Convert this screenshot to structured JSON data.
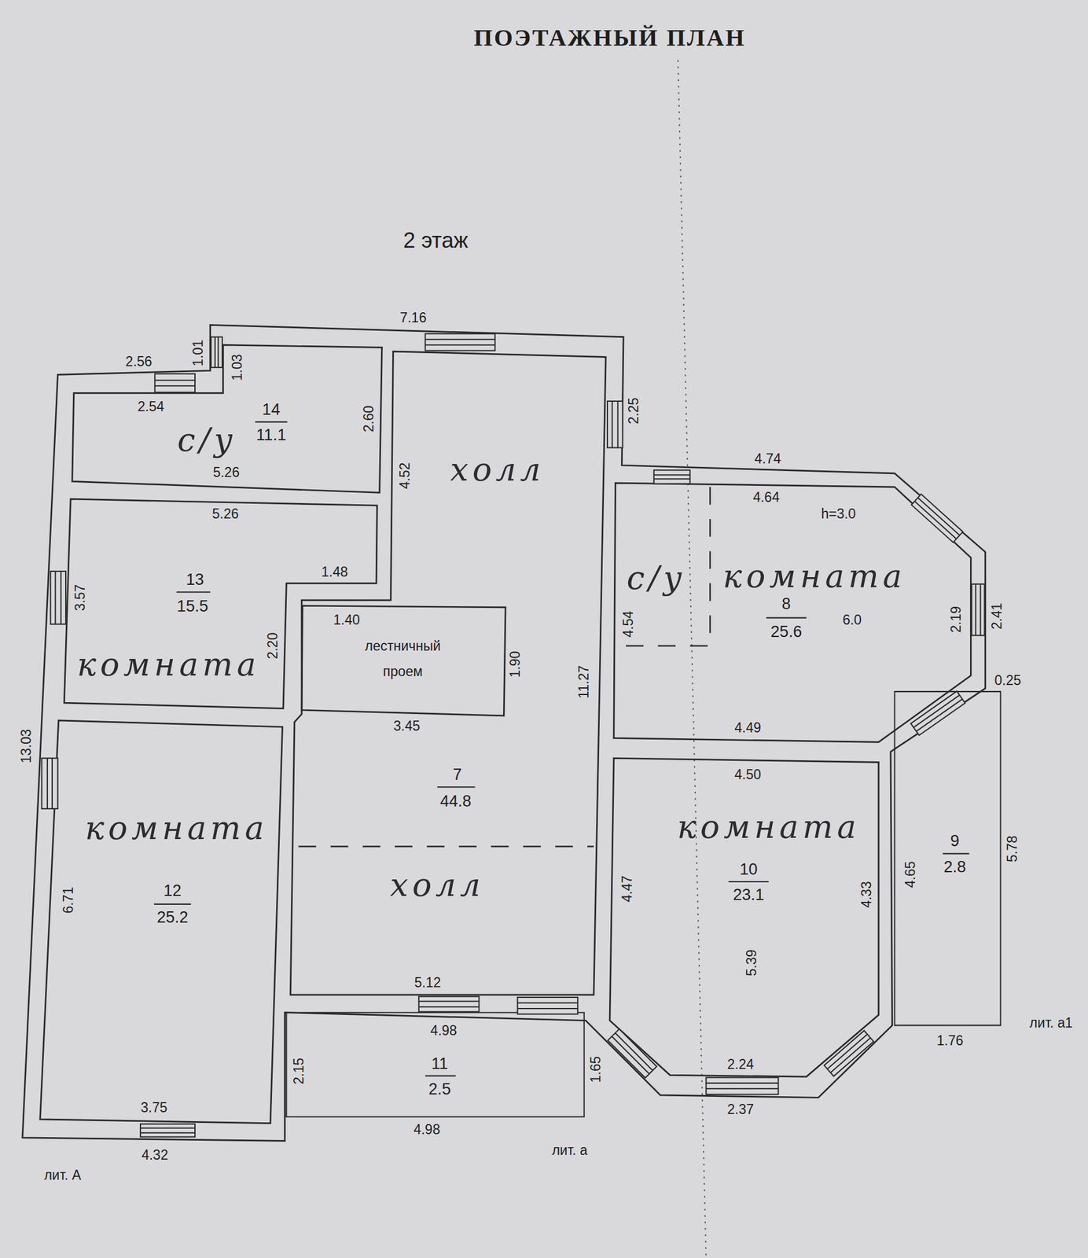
{
  "diagram": {
    "title": "ПОЭТАЖНЫЙ ПЛАН",
    "nodes": [
      {
        "text": [
          "с/у",
          "14",
          "11.1"
        ]
      },
      {
        "text": [
          "13",
          "15.5",
          "комната"
        ]
      },
      {
        "text": [
          "комната",
          "12",
          "25.2"
        ]
      },
      {
        "text": [
          "холл",
          "7",
          "44.8",
          "холл"
        ]
      },
      {
        "text": [
          "лестничный проем"
        ],
        "in": 3
      },
      {
        "text": [
          "комната",
          "8",
          "25.6"
        ]
      },
      {
        "text": [
          "с/у"
        ],
        "in": 5
      },
      {
        "text": [
          "комната",
          "10",
          "23.1"
        ]
      },
      {
        "text": [
          "11",
          "2.5"
        ]
      },
      {
        "text": [
          "9",
          "2.8"
        ]
      }
    ],
    "labels": [
      "2 этаж",
      "7.16",
      "2.56",
      "2.54",
      "1.01",
      "1.03",
      "2.60",
      "5.26",
      "5.26",
      "4.52",
      "2.25",
      "4.74",
      "4.64",
      "h=3.0",
      "1.48",
      "1.40",
      "3.57",
      "2.20",
      "1.90",
      "4.54",
      "6.0",
      "2.19",
      "2.41",
      "11.27",
      "0.25",
      "3.45",
      "4.49",
      "13.03",
      "4.50",
      "6.71",
      "4.47",
      "4.33",
      "5.39",
      "4.65",
      "5.78",
      "5.12",
      "4.98",
      "2.15",
      "1.65",
      "1.76",
      "2.24",
      "2.37",
      "3.75",
      "4.32",
      "4.98",
      "лит. а1",
      "лит. а",
      "лит. А"
    ]
  }
}
